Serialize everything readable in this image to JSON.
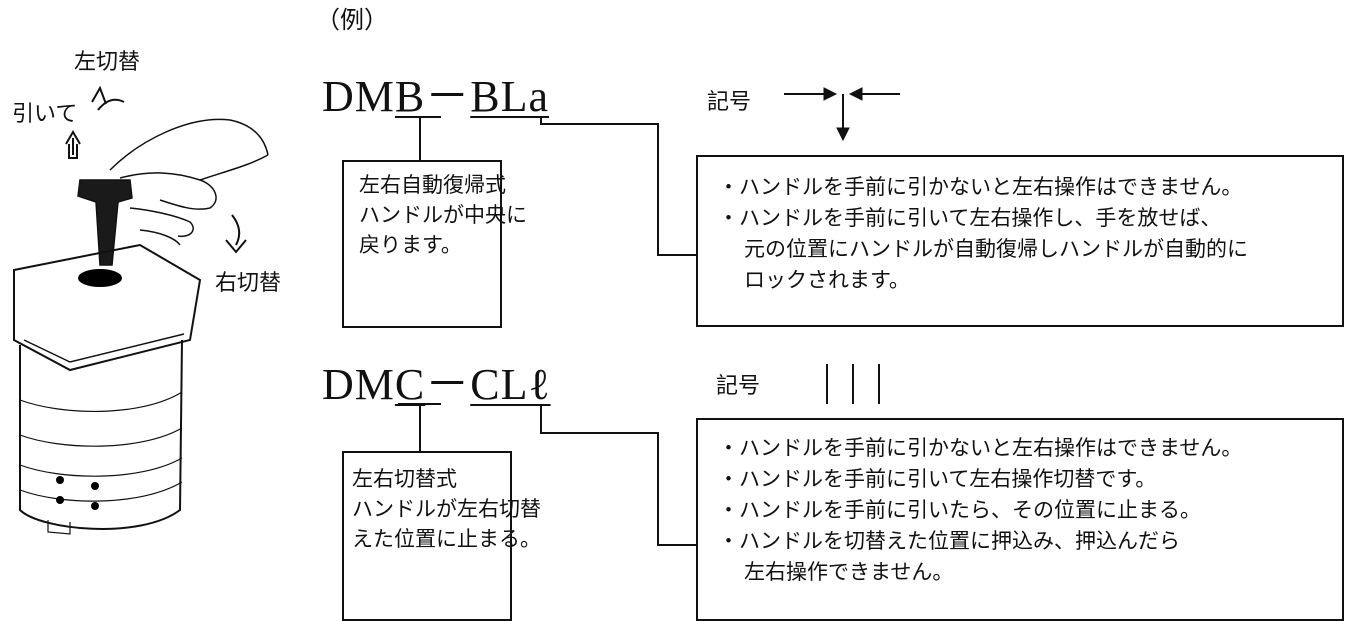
{
  "example_label": "（例）",
  "illustration": {
    "left_switch": "左切替",
    "pull": "引いて",
    "right_switch": "右切替"
  },
  "section1": {
    "model_prefix": "DM",
    "model_letter": "B",
    "model_dash": "－",
    "model_suffix": "BLa",
    "symbol_label": "記号",
    "desc_lines": [
      "左右自動復帰式",
      "ハンドルが中央に",
      "戻ります。"
    ],
    "notes": [
      "・ハンドルを手前に引かないと左右操作はできません。",
      "・ハンドルを手前に引いて左右操作し、手を放せば、",
      "元の位置にハンドルが自動復帰しハンドルが自動的に",
      "ロックされます。"
    ]
  },
  "section2": {
    "model_prefix": "DM",
    "model_letter": "C",
    "model_dash": "－",
    "model_suffix": "CLℓ",
    "symbol_label": "記号",
    "desc_lines": [
      "左右切替式",
      "ハンドルが左右切替",
      "えた位置に止まる。"
    ],
    "notes": [
      "・ハンドルを手前に引かないと左右操作はできません。",
      "・ハンドルを手前に引いて左右操作切替です。",
      "・ハンドルを手前に引いたら、その位置に止まる。",
      "・ハンドルを切替えた位置に押込み、押込んだら",
      "左右操作できません。"
    ]
  }
}
